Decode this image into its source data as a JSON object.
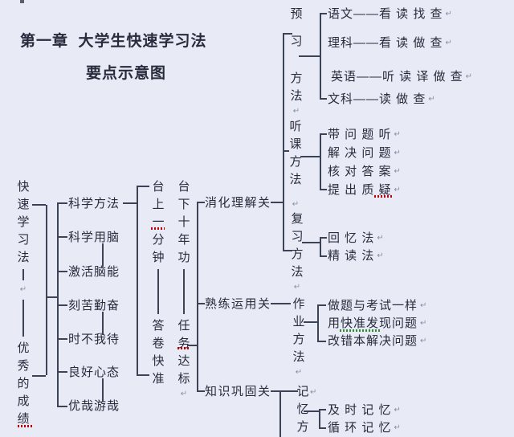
{
  "colors": {
    "background": "#e8ebf6",
    "text": "#272b3c",
    "line": "#3d4357",
    "spell_red": "#c00000",
    "spell_green": "#2e8b2e",
    "return_mark": "#8590a6"
  },
  "marks": {
    "return": "↵"
  },
  "title": {
    "line1": "第一章  大学生快速学习法",
    "line2": "要点示意图"
  },
  "left_root": {
    "column": "快速学习法—↵║优秀的成绩"
  },
  "principles": [
    "科学方法",
    "科学用脑",
    "激活脑能",
    "刻苦勤奋",
    "时不我待",
    "良好心态",
    "优哉游哉"
  ],
  "stage_columns": {
    "col1": "台上一分钟║答卷快准",
    "col2": "台下十年功║任务达标↵"
  },
  "gates": [
    "消化理解关",
    "熟练运用关",
    "知识巩固关"
  ],
  "method_columns": {
    "preview": "预习方法↵",
    "listen": "听课方法↵",
    "review": "复习方法↵",
    "homework": "作业方法↵",
    "memory": "记忆方",
    "memory_mark": "↵"
  },
  "preview_items": [
    "语文——看 读 找 查",
    "理科——看 读 做 查",
    "英语——听 读 译 做 查",
    "文科——读 做 查"
  ],
  "listen_items": [
    "带 问 题 听",
    "解 决 问 题",
    "核 对 答 案",
    "提 出 质 疑"
  ],
  "review_items": [
    "回 忆 法",
    "精 读 法"
  ],
  "homework_items": [
    "做题与考试一样",
    "用快准发现问题",
    "改错本解决问题"
  ],
  "memory_items": [
    "及 时 记 忆",
    "循 环 记 忆"
  ]
}
